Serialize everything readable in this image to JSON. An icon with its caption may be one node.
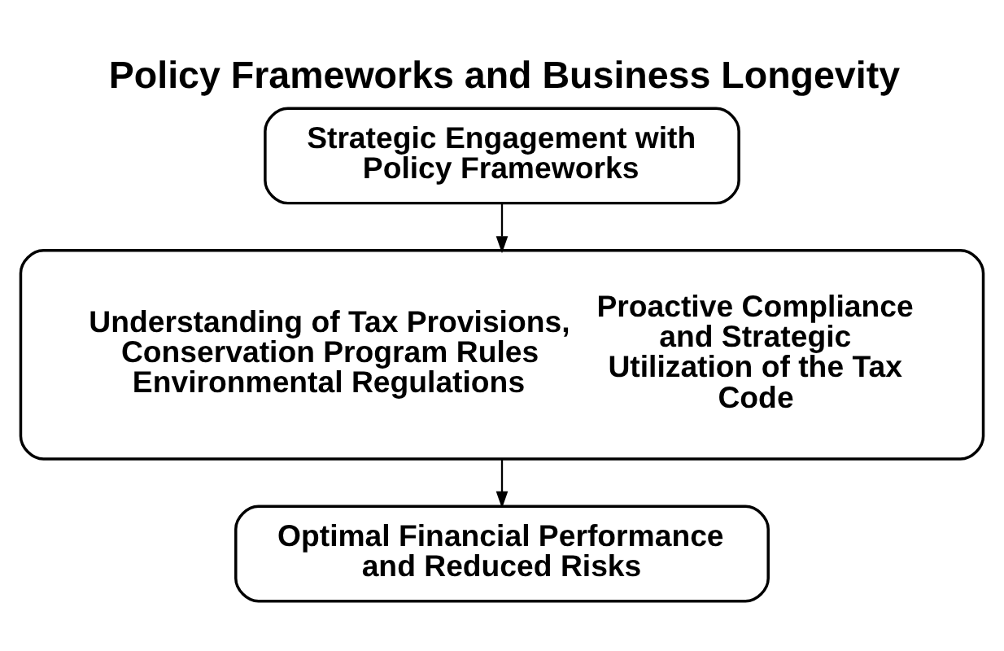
{
  "diagram": {
    "title": "Policy Frameworks and Business Longevity",
    "nodes": [
      {
        "text": [
          "Strategic Engagement with Policy Frameworks"
        ]
      },
      {
        "text": [
          "Understanding of Tax Provisions, Conservation Program Rules Environmental Regulations",
          "Proactive Compliance and Strategic Utilization of the Tax Code"
        ]
      },
      {
        "text": [
          "Optimal Financial Performance and Reduced Risks"
        ]
      }
    ],
    "edges": [
      {
        "from": 0,
        "to": 1,
        "arrow": "to"
      },
      {
        "from": 1,
        "to": 2,
        "arrow": "to"
      }
    ]
  }
}
